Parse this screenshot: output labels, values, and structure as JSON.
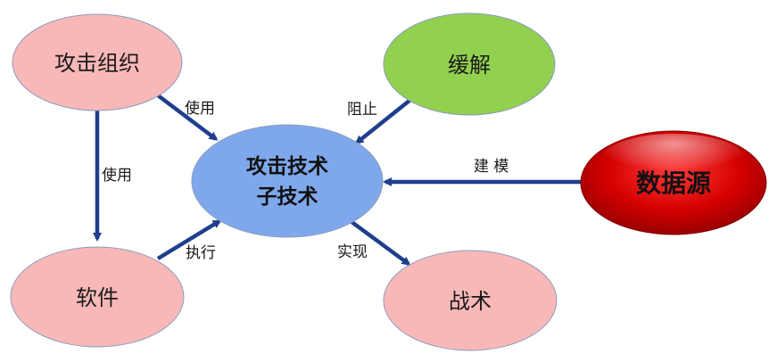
{
  "nodes": {
    "attack_group": {
      "label": "攻击组织",
      "color": "#f9b8b8"
    },
    "mitigation": {
      "label": "缓解",
      "color": "#92d050"
    },
    "technique": {
      "line1": "攻击技术",
      "line2": "子技术",
      "color": "#7fa8ec"
    },
    "data_source": {
      "label": "数据源",
      "color": "#c00000"
    },
    "software": {
      "label": "软件",
      "color": "#f9b8b8"
    },
    "tactic": {
      "label": "战术",
      "color": "#f9b8b8"
    }
  },
  "edges": {
    "group_uses_technique": "使用",
    "group_uses_software": "使用",
    "mitigation_prevents": "阻止",
    "datasource_models": "建 模",
    "software_executes": "执行",
    "technique_implements": "实现"
  },
  "colors": {
    "arrow": "#1f3f8c",
    "node_border": "#8a9bbd"
  }
}
